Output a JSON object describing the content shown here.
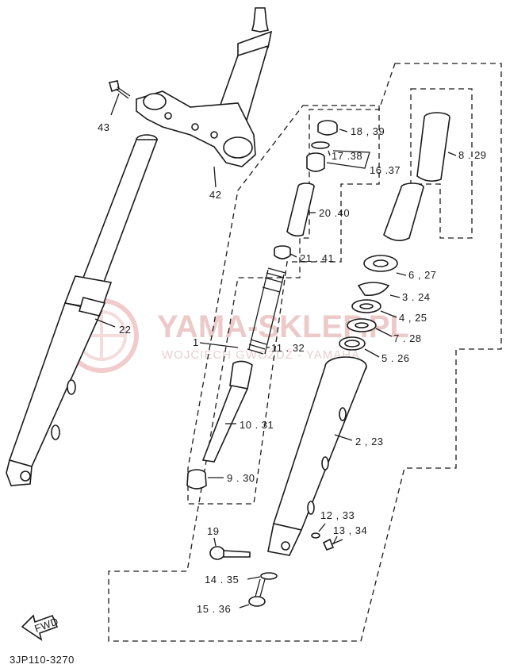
{
  "labels": {
    "p43": "43",
    "p42": "42",
    "p22": "22",
    "p1": "1",
    "p18_39": "18 , 39",
    "p17_38": "17 .38",
    "p16_37": "16 .37",
    "p8_29": "8 . 29",
    "p20_40": "20 .40",
    "p21_41": "21 . 41",
    "p6_27": "6 , 27",
    "p3_24": "3 . 24",
    "p4_25": "4 , 25",
    "p7_28": "7 . 28",
    "p5_26": "5 . 26",
    "p11_32": "11 . 32",
    "p10_31": "10 . 31",
    "p2_23": "2 , 23",
    "p9_30": "9 . 30",
    "p12_33": "12 , 33",
    "p13_34": "13 , 34",
    "p19": "19",
    "p14_35": "14 . 35",
    "p15_36": "15 . 36"
  },
  "fwd": "FWD",
  "diagram_code": "3JP110-3270",
  "watermark": {
    "title": "YAMA-SKLEP.PL",
    "subtitle": "WOJCIECH GWÓŹDŹ - YAMAHA"
  },
  "colors": {
    "ink": "#1a1a1a",
    "watermark": "#e8b9b9"
  }
}
